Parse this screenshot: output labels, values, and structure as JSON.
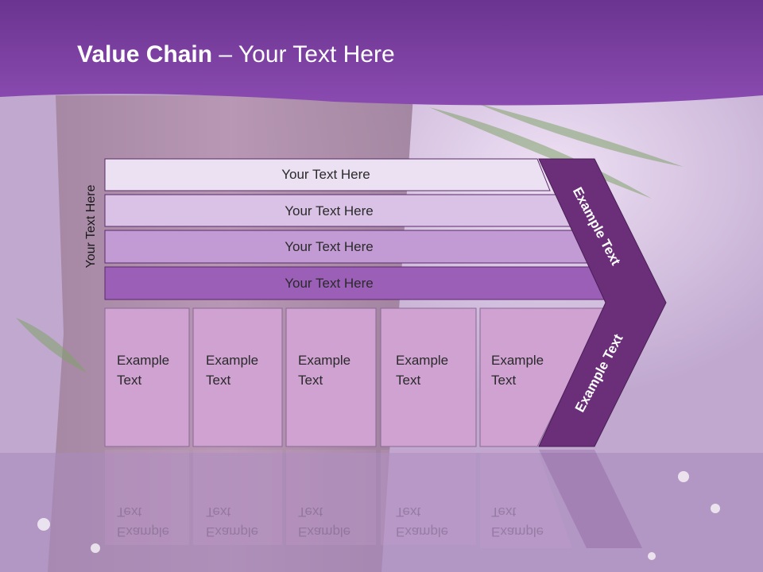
{
  "title": {
    "bold": "Value Chain",
    "rest": " – Your Text Here"
  },
  "side_label": "Your Text Here",
  "bars": [
    {
      "label": "Your Text Here",
      "color": "#ece1f2"
    },
    {
      "label": "Your Text Here",
      "color": "#d9c2e6"
    },
    {
      "label": "Your Text Here",
      "color": "#c29bd4"
    },
    {
      "label": "Your Text Here",
      "color": "#9b5fb8"
    }
  ],
  "cells": [
    {
      "line1": "Example",
      "line2": "Text"
    },
    {
      "line1": "Example",
      "line2": "Text"
    },
    {
      "line1": "Example",
      "line2": "Text"
    },
    {
      "line1": "Example",
      "line2": "Text"
    },
    {
      "line1": "Example",
      "line2": "Text"
    }
  ],
  "chevron": {
    "top_label": "Example Text",
    "bottom_label": "Example Text",
    "color": "#6a2f78"
  },
  "colors": {
    "header": "#7a3f9d",
    "cell": "#cfa2d2"
  }
}
